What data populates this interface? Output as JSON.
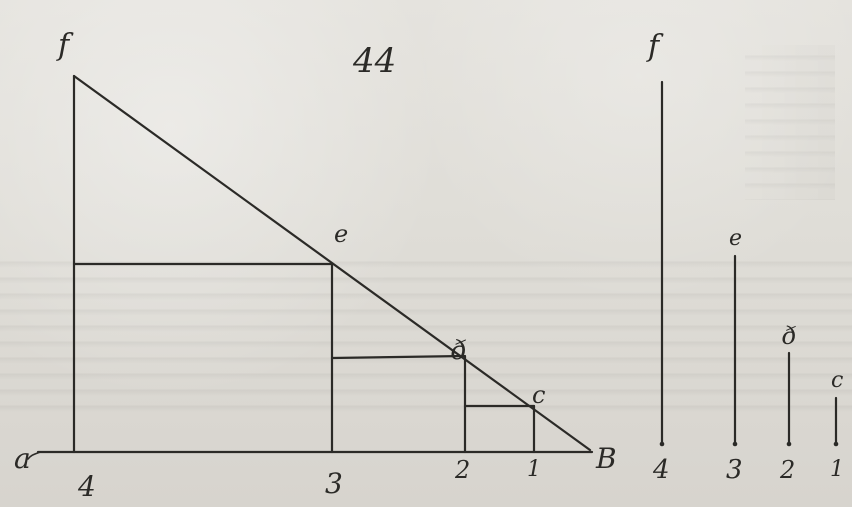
{
  "page": {
    "number": "44"
  },
  "diagram": {
    "labels": {
      "f": "f",
      "e": "e",
      "d": "ð",
      "c": "c",
      "a": "a",
      "b": "B"
    },
    "base_numbers": {
      "n4": "4",
      "n3": "3",
      "n2": "2",
      "n1": "1"
    },
    "scale_labels": {
      "f": "f",
      "e": "e",
      "d": "ð",
      "c": "c"
    },
    "scale_numbers": {
      "n4": "4",
      "n3": "3",
      "n2": "2",
      "n1": "1"
    }
  }
}
